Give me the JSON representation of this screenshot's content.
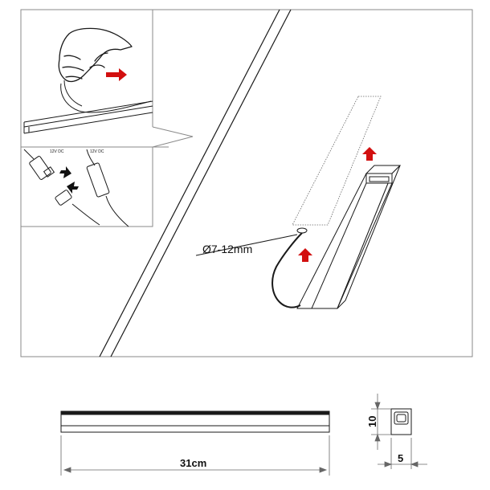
{
  "diagram": {
    "panel_top": {
      "voltage_label_left": "12V DC",
      "voltage_label_right": "12V DC",
      "hole_diameter_label": "Ø7-12mm"
    },
    "dimensions": {
      "length_label": "31cm",
      "height_label": "10",
      "width_label": "5"
    },
    "colors": {
      "arrow": "#d20f0f",
      "line": "#1a1a1a",
      "frame": "#8a8a8a"
    }
  }
}
